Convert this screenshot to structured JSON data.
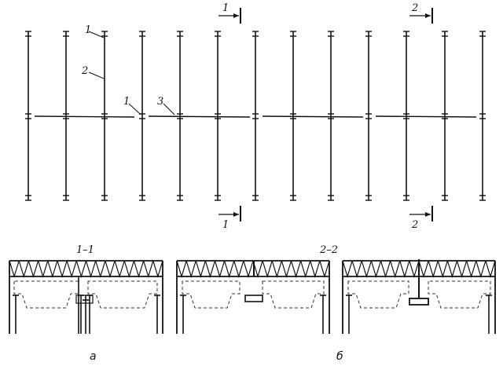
{
  "plan": {
    "column_count": 13,
    "girder_segment_count": 4,
    "labels": {
      "column_mark": "1",
      "rafter_mark": "2",
      "crane_beam_mark": "3"
    }
  },
  "sections": {
    "cut_1": {
      "top_number": "1",
      "bottom_number": "1",
      "title": "1–1"
    },
    "cut_2": {
      "top_number": "2",
      "bottom_number": "2",
      "title": "2–2"
    }
  },
  "captions": {
    "a": "а",
    "b": "б"
  }
}
